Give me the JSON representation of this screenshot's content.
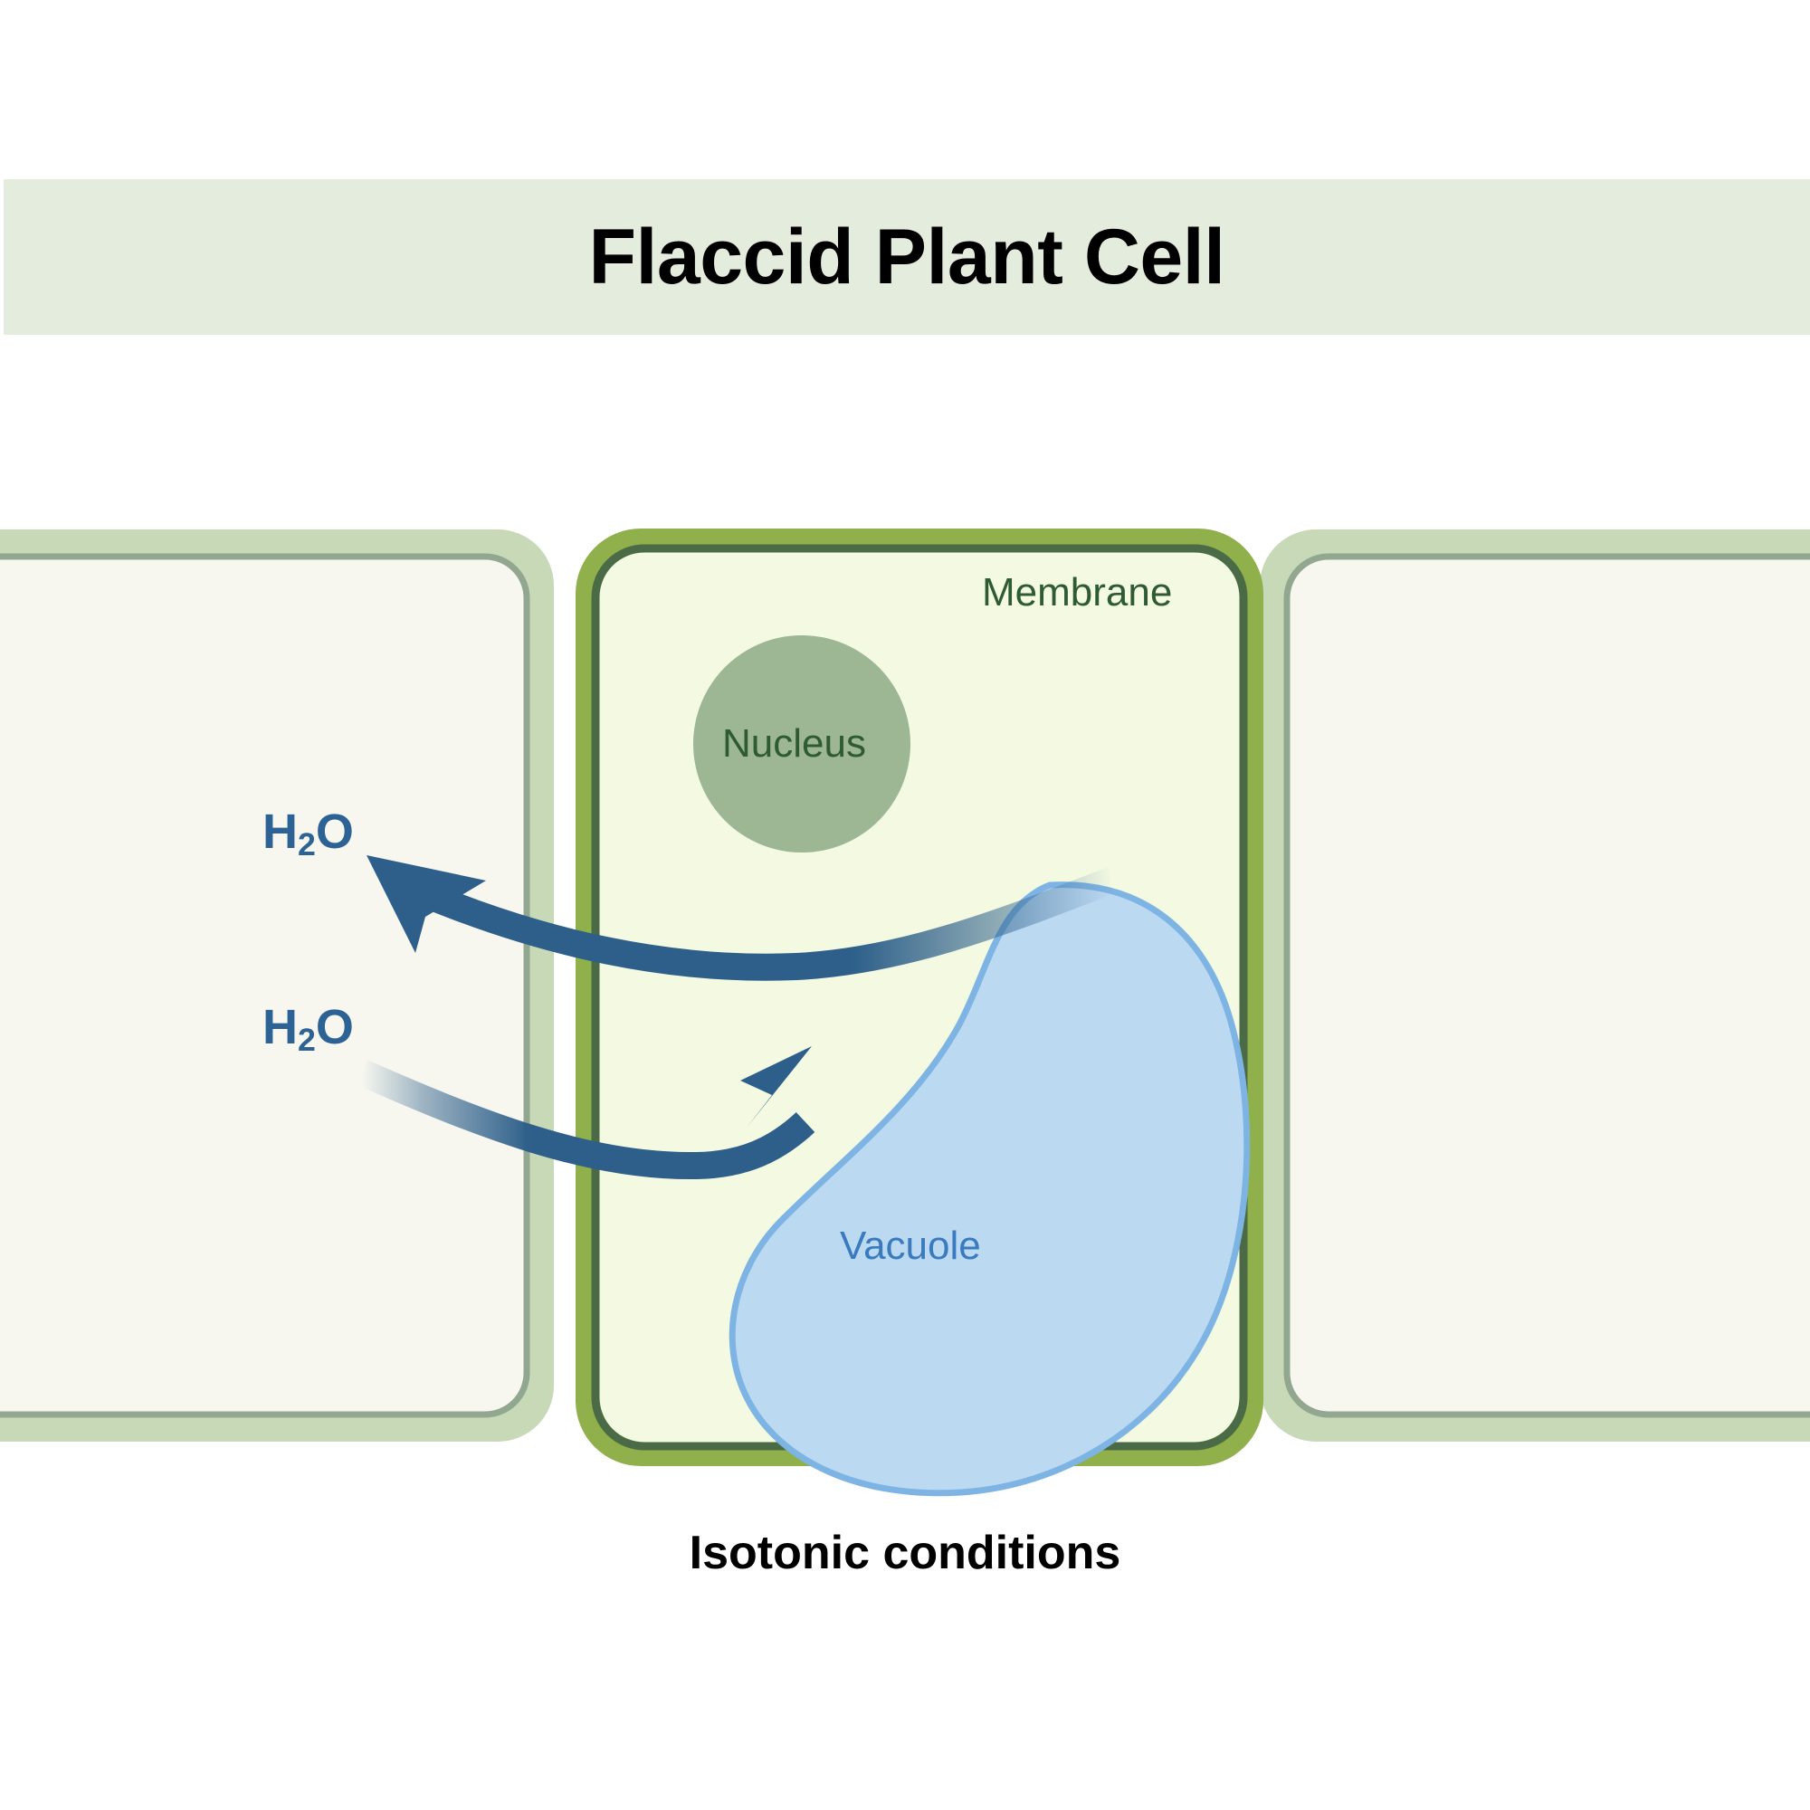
{
  "title": {
    "text": "Flaccid Plant Cell",
    "banner_color": "#e4ecdd",
    "text_color": "#000000"
  },
  "caption": {
    "text": "Isotonic conditions",
    "color": "#000000"
  },
  "labels": {
    "membrane": "Membrane",
    "nucleus": "Nucleus",
    "vacuole": "Vacuole",
    "water_out": "H₂O",
    "water_in": "H₂O"
  },
  "water_labels": {
    "efflux": {
      "formula": "H",
      "subscript": "2",
      "suffix": "O"
    },
    "influx": {
      "formula": "H",
      "subscript": "2",
      "suffix": "O"
    }
  },
  "colors": {
    "banner_background": "#e4ecdd",
    "main_cell_wall": "#8fb04a",
    "main_cell_membrane_line": "#4a6b45",
    "main_cell_cytoplasm": "#f4faE2",
    "neighbor_cell_wall": "#c7d9b7",
    "neighbor_cell_membrane_line": "#92a78f",
    "neighbor_cell_cytoplasm": "#f7f7f0",
    "nucleus_fill": "#9db694",
    "nucleus_label": "#2f5b32",
    "vacuole_fill": "#bcd9f2",
    "vacuole_stroke": "#7eb4e3",
    "vacuole_label": "#3a7bbf",
    "arrow": "#2d5f8a",
    "water_label": "#2d6294",
    "page_background": "#ffffff"
  },
  "structures": {
    "main_cell": {
      "name": "Flaccid plant cell",
      "tonicity": "isotonic"
    },
    "neighbors": [
      {
        "name": "left-neighbor-cell"
      },
      {
        "name": "right-neighbor-cell"
      }
    ],
    "organelles": [
      {
        "name": "nucleus",
        "shape": "circle"
      },
      {
        "name": "vacuole",
        "shape": "bean"
      }
    ],
    "arrows": [
      {
        "name": "water-efflux-arrow",
        "direction": "out-of-cell",
        "label": "H₂O"
      },
      {
        "name": "water-influx-arrow",
        "direction": "into-cell",
        "label": "H₂O"
      }
    ]
  }
}
